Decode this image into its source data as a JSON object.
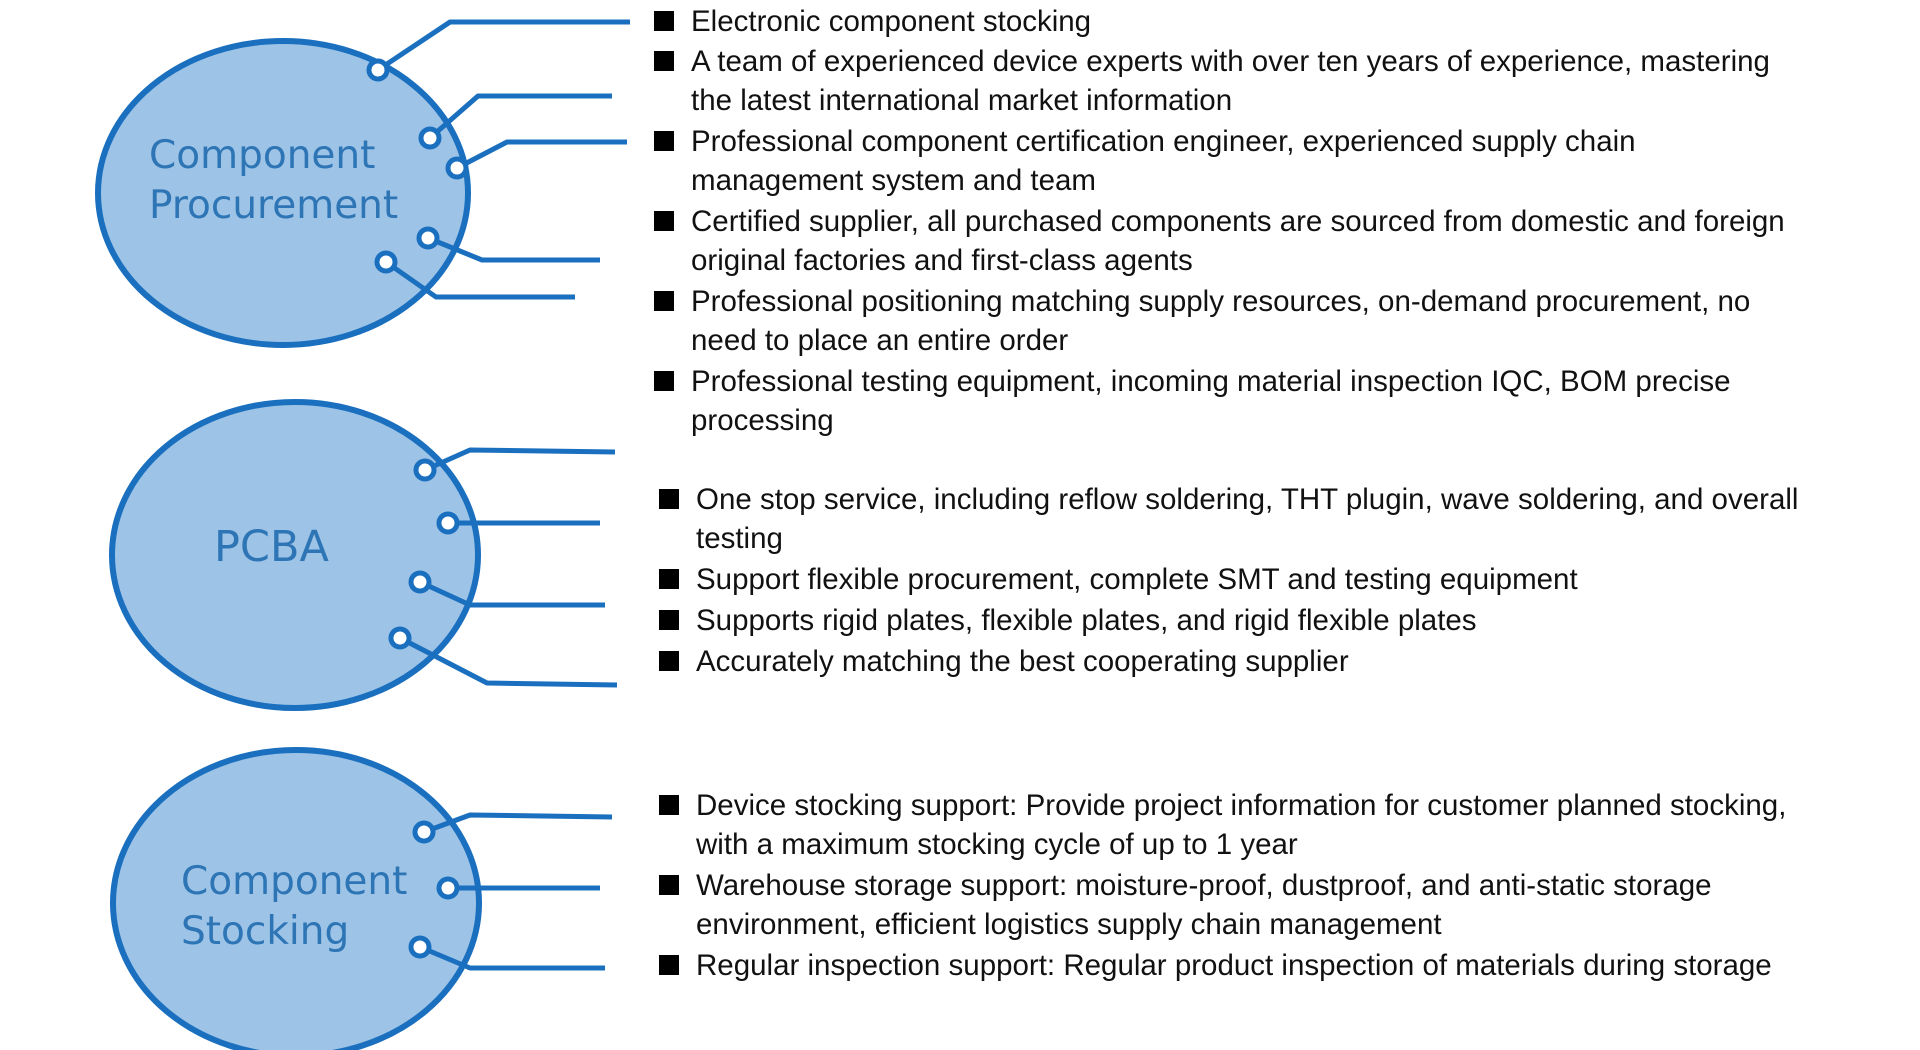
{
  "colors": {
    "bubble_fill": "#9dc3e6",
    "accent_blue": "#1a6fbf",
    "label_blue": "#2e75b6",
    "bullet_text": "#111111",
    "bullet_square": "#000000"
  },
  "icons": {
    "bullet": "black-square-bullet-icon",
    "connector_pin": "hollow-circle-pin-icon"
  },
  "categories": [
    {
      "id": "component-procurement",
      "label_lines": [
        "Component",
        "Procurement"
      ],
      "bullets": [
        {
          "lines": [
            "Electronic component stocking"
          ]
        },
        {
          "lines": [
            "A team of experienced device experts with over ten years of experience, mastering",
            "the latest international market information"
          ]
        },
        {
          "lines": [
            "Professional component certification engineer, experienced supply chain",
            "management system and team"
          ]
        },
        {
          "lines": [
            "Certified supplier, all purchased components are sourced from domestic and foreign",
            "original factories and first-class agents"
          ]
        },
        {
          "lines": [
            "Professional positioning matching supply resources, on-demand procurement, no",
            "need to place an entire order"
          ]
        },
        {
          "lines": [
            "Professional testing equipment, incoming material inspection IQC, BOM precise",
            "processing"
          ]
        }
      ]
    },
    {
      "id": "pcba",
      "label_lines": [
        "PCBA"
      ],
      "bullets": [
        {
          "lines": [
            "One stop service, including reflow soldering, THT plugin, wave soldering, and overall",
            "testing"
          ]
        },
        {
          "lines": [
            "Support flexible procurement, complete SMT and testing equipment"
          ]
        },
        {
          "lines": [
            "Supports rigid plates, flexible plates, and rigid flexible plates"
          ]
        },
        {
          "lines": [
            "Accurately matching the best cooperating supplier"
          ]
        }
      ]
    },
    {
      "id": "component-stocking",
      "label_lines": [
        "Component",
        "Stocking"
      ],
      "bullets": [
        {
          "lines": [
            "Device stocking support: Provide project information for customer planned stocking,",
            "with a maximum stocking cycle of up to 1 year"
          ]
        },
        {
          "lines": [
            "Warehouse storage support: moisture-proof, dustproof, and anti-static storage",
            "environment, efficient logistics supply chain management"
          ]
        },
        {
          "lines": [
            "Regular inspection support: Regular product inspection of materials during storage"
          ]
        }
      ]
    }
  ]
}
